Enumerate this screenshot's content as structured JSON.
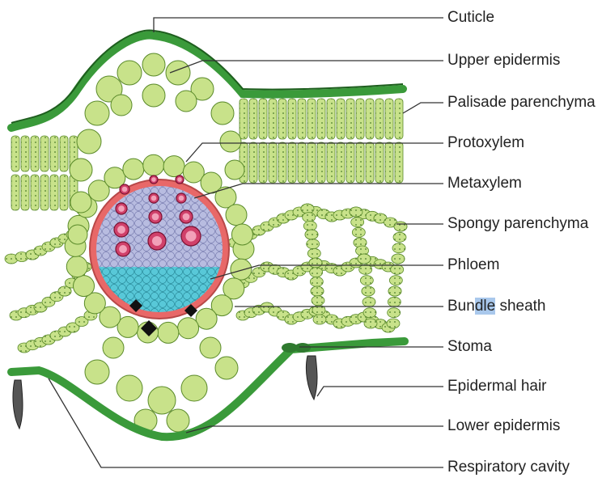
{
  "labels": [
    {
      "key": "cuticle",
      "text": "Cuticle"
    },
    {
      "key": "upper_epidermis",
      "text": "Upper epidermis"
    },
    {
      "key": "palisade",
      "text": "Palisade parenchyma"
    },
    {
      "key": "protoxylem",
      "text": "Protoxylem"
    },
    {
      "key": "metaxylem",
      "text": "Metaxylem"
    },
    {
      "key": "spongy",
      "text": "Spongy parenchyma"
    },
    {
      "key": "phloem",
      "text": "Phloem"
    },
    {
      "key": "bundle_sheath",
      "text": "Bundle sheath"
    },
    {
      "key": "stoma",
      "text": "Stoma"
    },
    {
      "key": "epidermal_hair",
      "text": "Epidermal hair"
    },
    {
      "key": "lower_epidermis",
      "text": "Lower epidermis"
    },
    {
      "key": "respiratory_cavity",
      "text": "Respiratory cavity"
    }
  ],
  "colors": {
    "epidermis": "#3a9a3a",
    "cell_fill": "#c8e28a",
    "cell_stroke": "#5a8a2a",
    "bundle_sheath": "#e86868",
    "xylem_region": "#b8bce0",
    "xylem_vessel": "#d0406a",
    "phloem": "#58c8d8",
    "hair": "#555555",
    "highlight": "#a9c8ec"
  }
}
